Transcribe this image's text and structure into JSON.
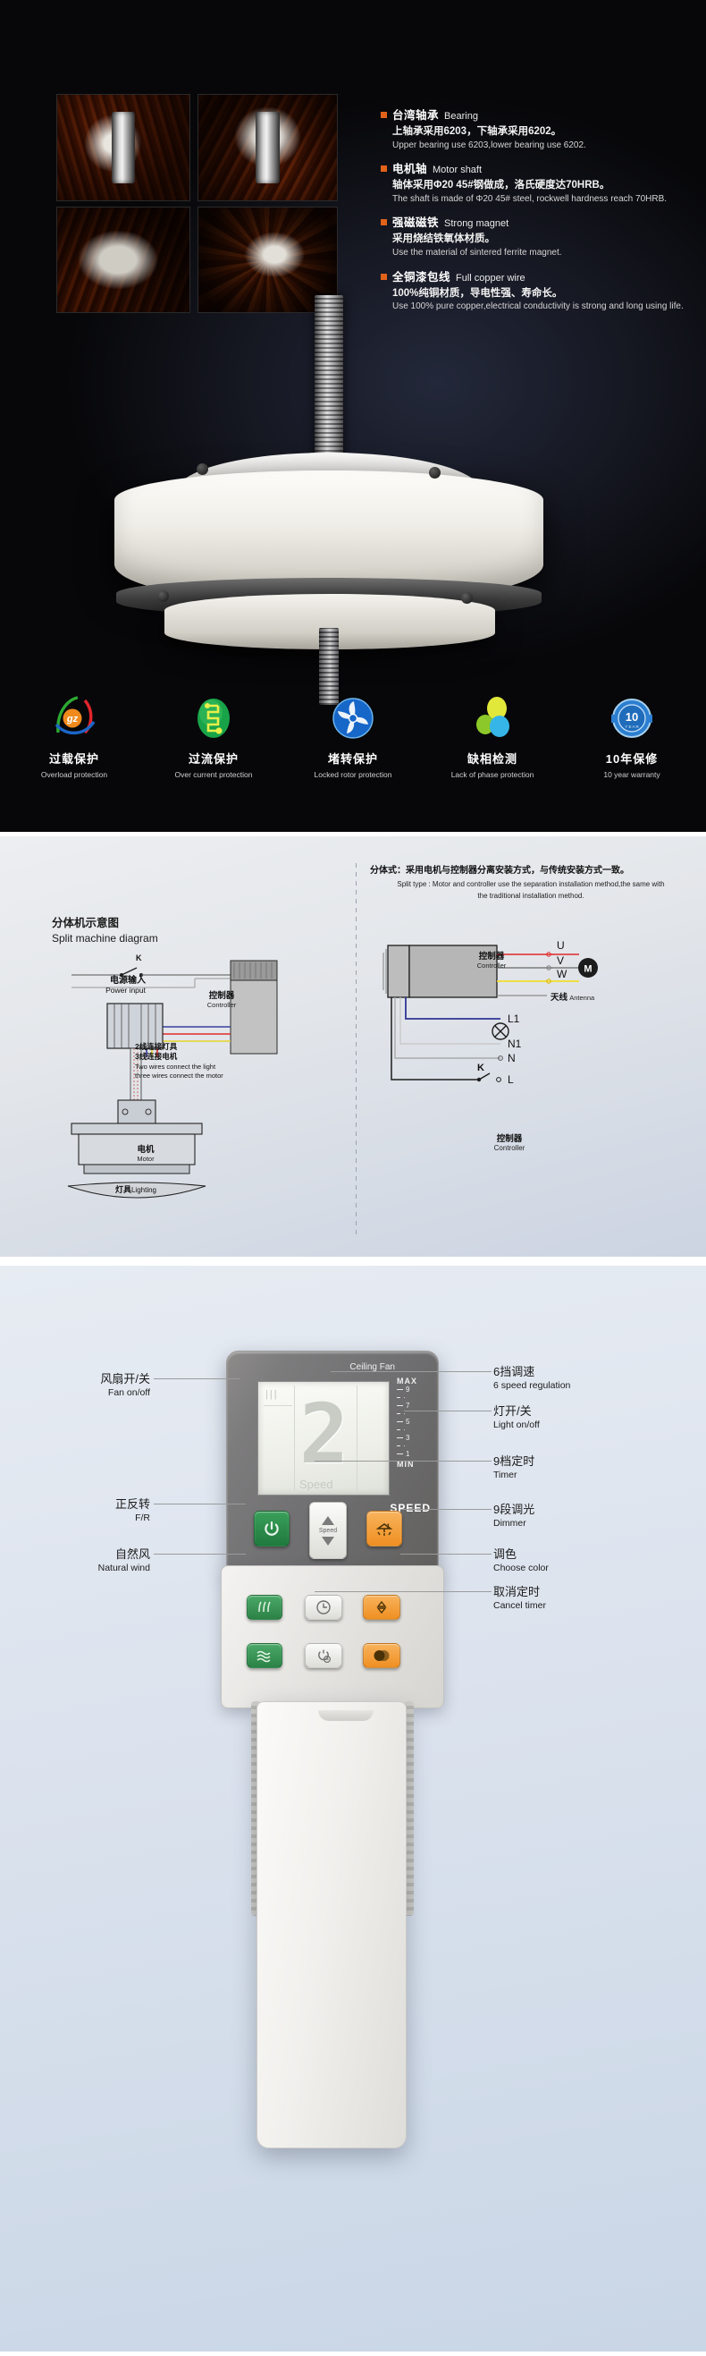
{
  "motor_section": {
    "bullets": [
      {
        "title_zh": "台湾轴承",
        "title_en": "Bearing",
        "body_zh": "上轴承采用6203，下轴承采用6202。",
        "body_en": "Upper bearing use 6203,lower bearing use 6202."
      },
      {
        "title_zh": "电机轴",
        "title_en": "Motor shaft",
        "body_zh": "轴体采用Φ20  45#钢做成，洛氏硬度达70HRB。",
        "body_en": "The shaft is made of Φ20  45# steel, rockwell hardness reach 70HRB."
      },
      {
        "title_zh": "强磁磁铁",
        "title_en": "Strong magnet",
        "body_zh": "采用烧结铁氧体材质。",
        "body_en": "Use the material of sintered ferrite magnet."
      },
      {
        "title_zh": "全铜漆包线",
        "title_en": "Full copper wire",
        "body_zh": "100%纯铜材质，导电性强、寿命长。",
        "body_en": "Use 100% pure copper,electrical conductivity is strong and long using life."
      }
    ],
    "features": [
      {
        "icon": "overload-protection-icon",
        "zh": "过载保护",
        "en": "Overload protection",
        "badge": "gz"
      },
      {
        "icon": "over-current-protection-icon",
        "zh": "过流保护",
        "en": "Over current protection",
        "badge": ""
      },
      {
        "icon": "locked-rotor-protection-icon",
        "zh": "堵转保护",
        "en": "Locked rotor protection",
        "badge": ""
      },
      {
        "icon": "lack-of-phase-protection-icon",
        "zh": "缺相检测",
        "en": "Lack of phase protection",
        "badge": ""
      },
      {
        "icon": "ten-year-warranty-icon",
        "zh": "10年保修",
        "en": "10 year warranty",
        "badge": "10"
      }
    ]
  },
  "diagram_section": {
    "left_title_zh": "分体机示意图",
    "left_title_en": "Split machine diagram",
    "left": {
      "power_input_zh": "电源输入",
      "power_input_en": "Power input",
      "switch_k": "K",
      "controller_zh": "控制器",
      "controller_en": "Controller",
      "note_zh_1": "2线连接灯具",
      "note_zh_2": "3线连接电机",
      "note_en_1": "Two wires connect the light",
      "note_en_2": "three wires connect the motor",
      "motor_zh": "电机",
      "motor_en": "Motor",
      "lighting_zh": "灯具",
      "lighting_en": "Lighting"
    },
    "right_caption_zh": "分体式：采用电机与控制器分离安装方式，与传统安装方式一致。",
    "right_caption_en_1": "Split type : Motor and controller use the separation installation method,the same with",
    "right_caption_en_2": "the traditional installation method.",
    "right": {
      "controller_zh": "控制器",
      "controller_en": "Controller",
      "controller_label_zh": "控制器",
      "controller_label_en": "Controller",
      "terminals": [
        "U",
        "V",
        "W"
      ],
      "motor_symbol": "M",
      "antenna_zh": "天线",
      "antenna_en": "Antenna",
      "lines": [
        "L1",
        "N1",
        "N",
        "L"
      ],
      "switch_k": "K"
    }
  },
  "remote_section": {
    "brand": "Ceiling Fan",
    "display": {
      "value": "2",
      "unit": "Speed",
      "scale_max": "MAX",
      "scale_min": "MIN",
      "scale_label": "SPEED",
      "scale_ticks": [
        "9",
        "7",
        "5",
        "3",
        "1"
      ]
    },
    "keypad": {
      "power_icon": "power-icon",
      "speed_label": "Speed",
      "speed_up_icon": "triangle-up-icon",
      "speed_down_icon": "triangle-down-icon",
      "light_icon": "lamp-icon",
      "fr_icon": "reverse-icon",
      "timer_icon": "clock-icon",
      "dimmer_icon": "updown-diamond-icon",
      "natural_icon": "wave-icon",
      "cancel_timer_icon": "clock-cancel-icon",
      "color_icon": "two-tone-circle-icon"
    },
    "callouts_left": [
      {
        "zh": "风扇开/关",
        "en": "Fan on/off"
      },
      {
        "zh": "正反转",
        "en": "F/R"
      },
      {
        "zh": "自然风",
        "en": "Natural wind"
      }
    ],
    "callouts_right": [
      {
        "zh": "6挡调速",
        "en": "6 speed regulation"
      },
      {
        "zh": "灯开/关",
        "en": "Light on/off"
      },
      {
        "zh": "9档定时",
        "en": "Timer"
      },
      {
        "zh": "9段调光",
        "en": "Dimmer"
      },
      {
        "zh": "调色",
        "en": "Choose color"
      },
      {
        "zh": "取消定时",
        "en": "Cancel timer"
      }
    ]
  },
  "colors": {
    "accent_orange": "#e2621a",
    "button_green": "#2f8f4e",
    "button_orange": "#f0941f",
    "dark_bg": "#08090d",
    "panel_bg": "#dfe5ef"
  }
}
